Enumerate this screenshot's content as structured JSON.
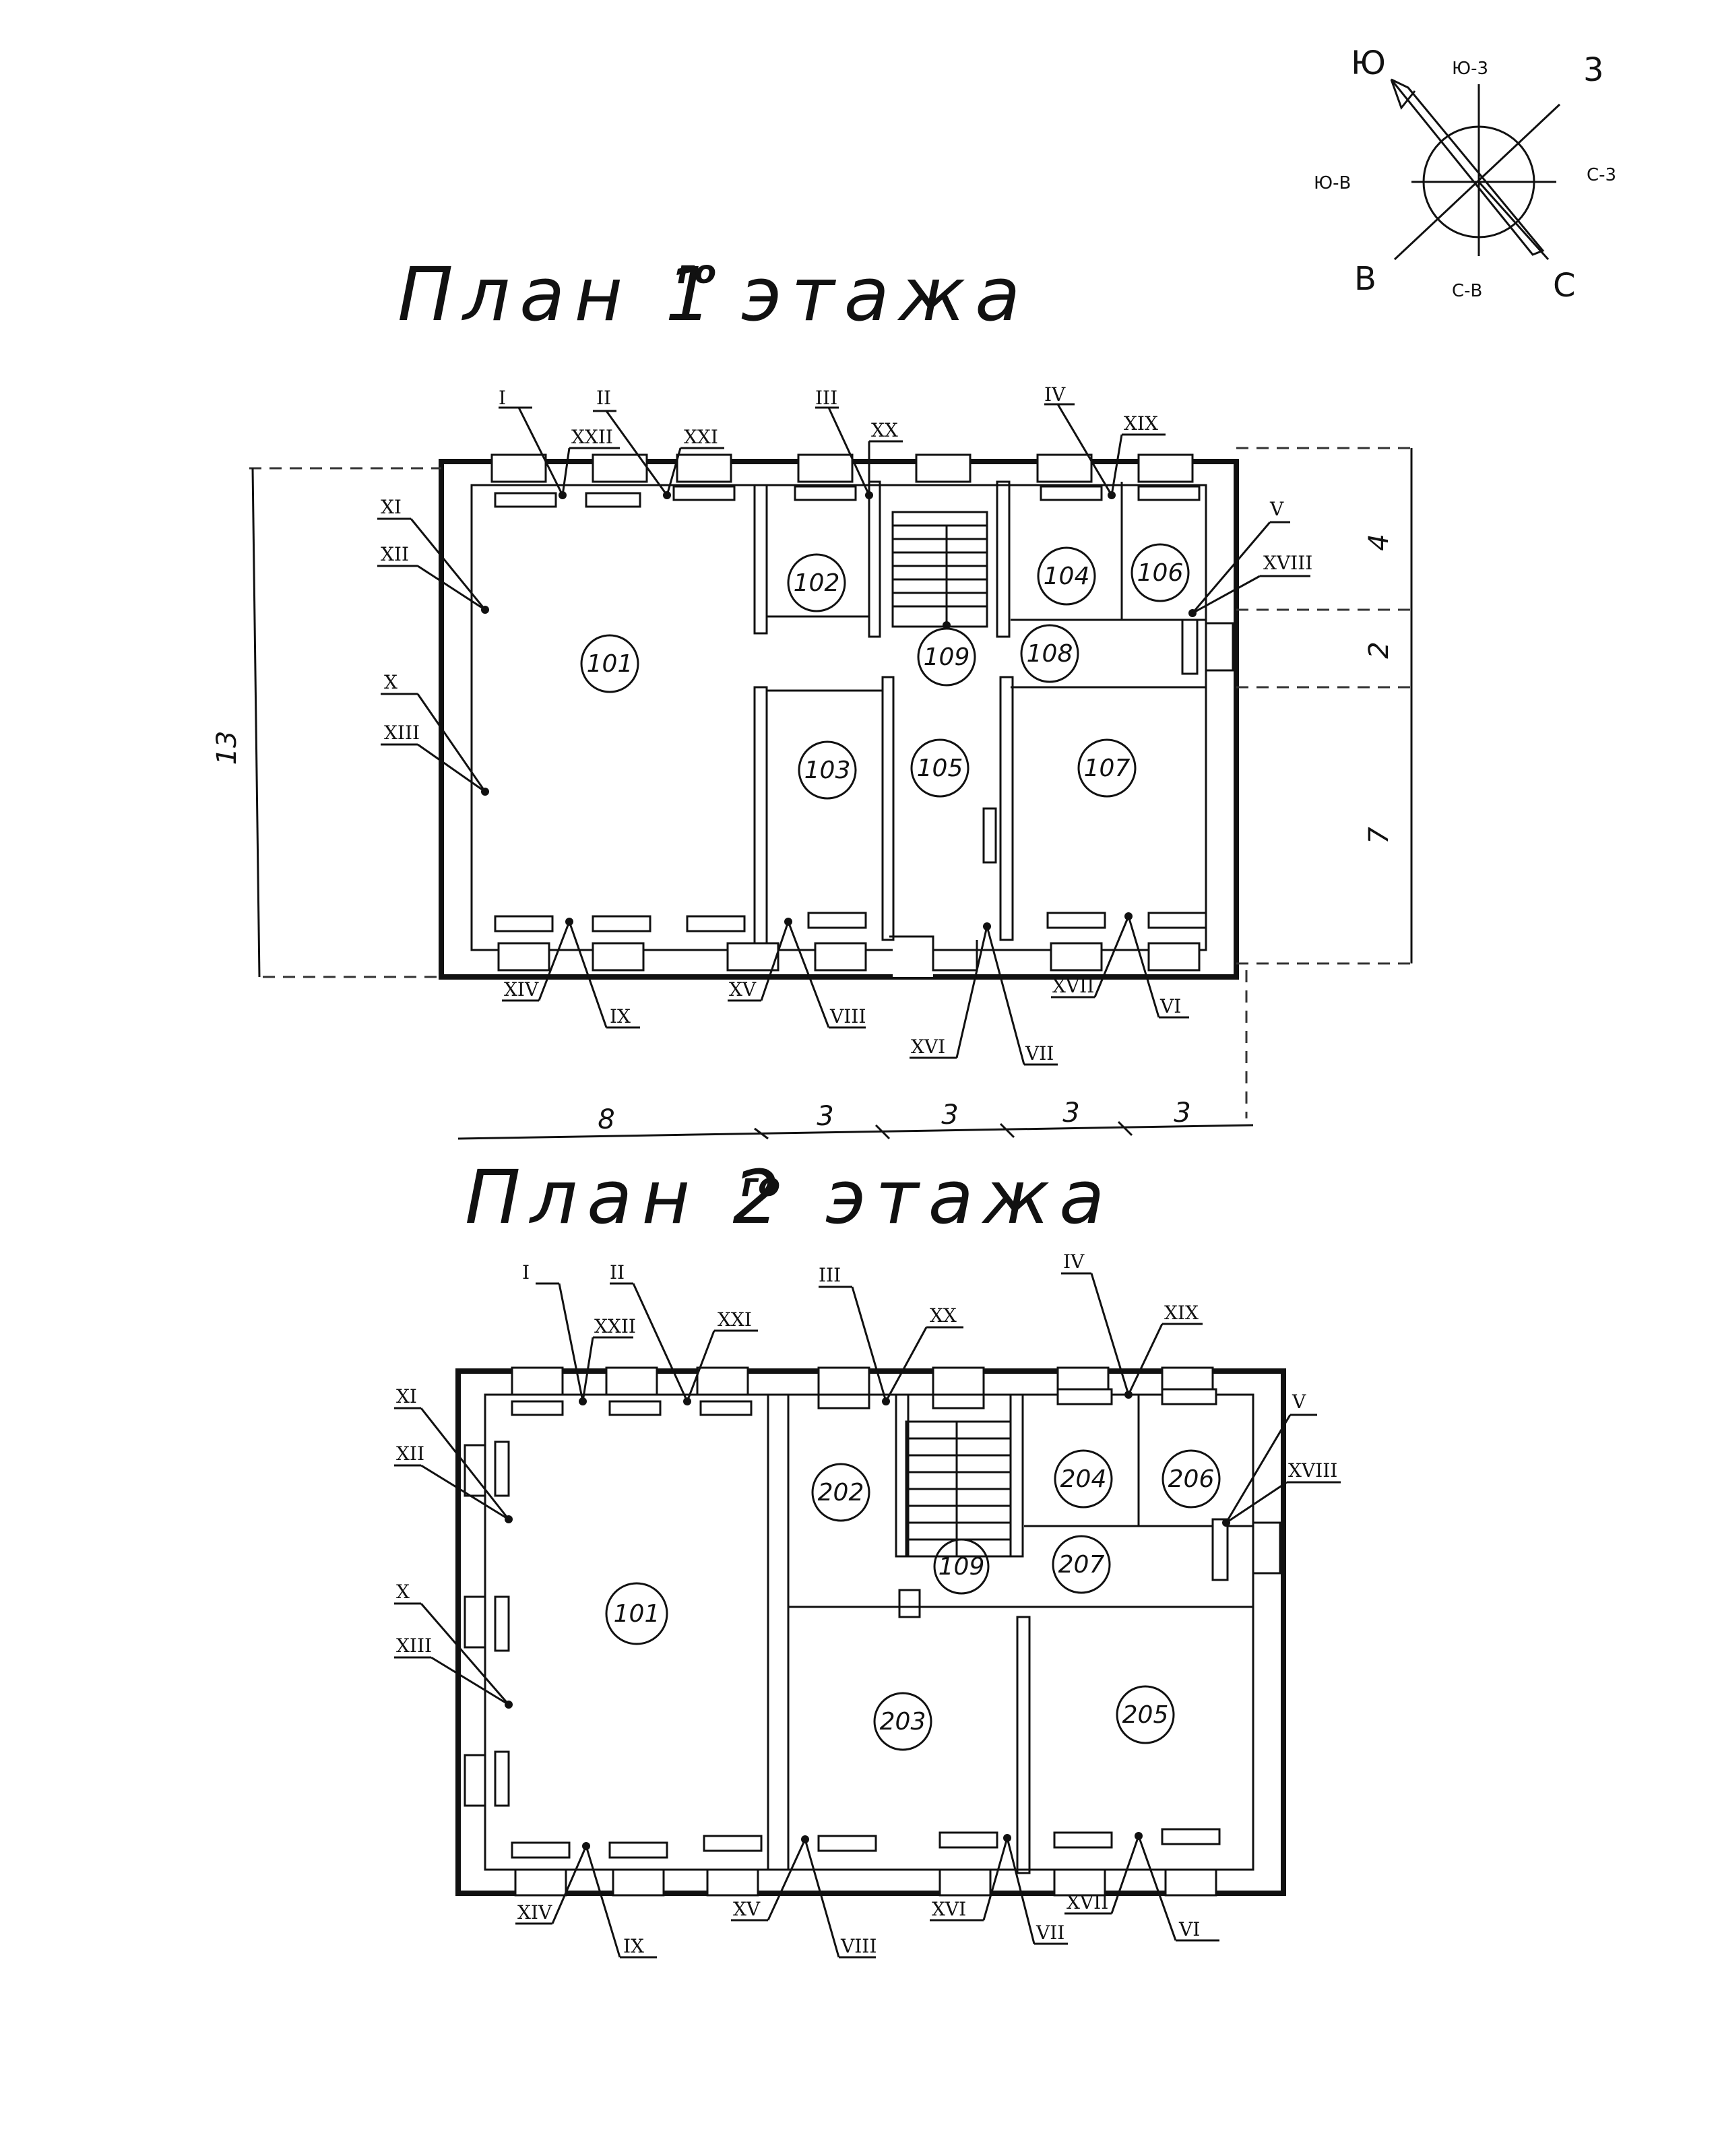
{
  "compass": {
    "main": [
      "Ю",
      "3",
      "В",
      "С"
    ],
    "minor": [
      "Ю-3",
      "Ю-В",
      "С-3",
      "С-В"
    ]
  },
  "plan1": {
    "title": "План 1",
    "title_sup": "го",
    "title_tail": "этажа",
    "rooms": [
      "101",
      "102",
      "103",
      "104",
      "105",
      "106",
      "107",
      "108",
      "109"
    ],
    "labels_top": [
      "I",
      "II",
      "III",
      "IV",
      "XXII",
      "XXI",
      "XX",
      "XIX"
    ],
    "labels_left": [
      "XI",
      "XII",
      "X",
      "XIII"
    ],
    "labels_right": [
      "V",
      "XVIII"
    ],
    "labels_bottom": [
      "XIV",
      "IX",
      "XV",
      "VIII",
      "XVI",
      "VII",
      "XVII",
      "VI"
    ],
    "dims_bottom": [
      "8",
      "3",
      "3",
      "3",
      "3"
    ],
    "dims_right": [
      "4",
      "2",
      "7"
    ],
    "dim_left": "13"
  },
  "plan2": {
    "title": "План 2",
    "title_sup": "го",
    "title_tail": "этажа",
    "rooms": [
      "101",
      "202",
      "109",
      "204",
      "206",
      "207",
      "203",
      "205"
    ],
    "labels_top": [
      "I",
      "II",
      "III",
      "IV",
      "XXII",
      "XXI",
      "XX",
      "XIX"
    ],
    "labels_left": [
      "XI",
      "XII",
      "X",
      "XIII"
    ],
    "labels_right": [
      "V",
      "XVIII"
    ],
    "labels_bottom": [
      "XIV",
      "IX",
      "XV",
      "VIII",
      "XVI",
      "VII",
      "XVII",
      "VI"
    ]
  }
}
